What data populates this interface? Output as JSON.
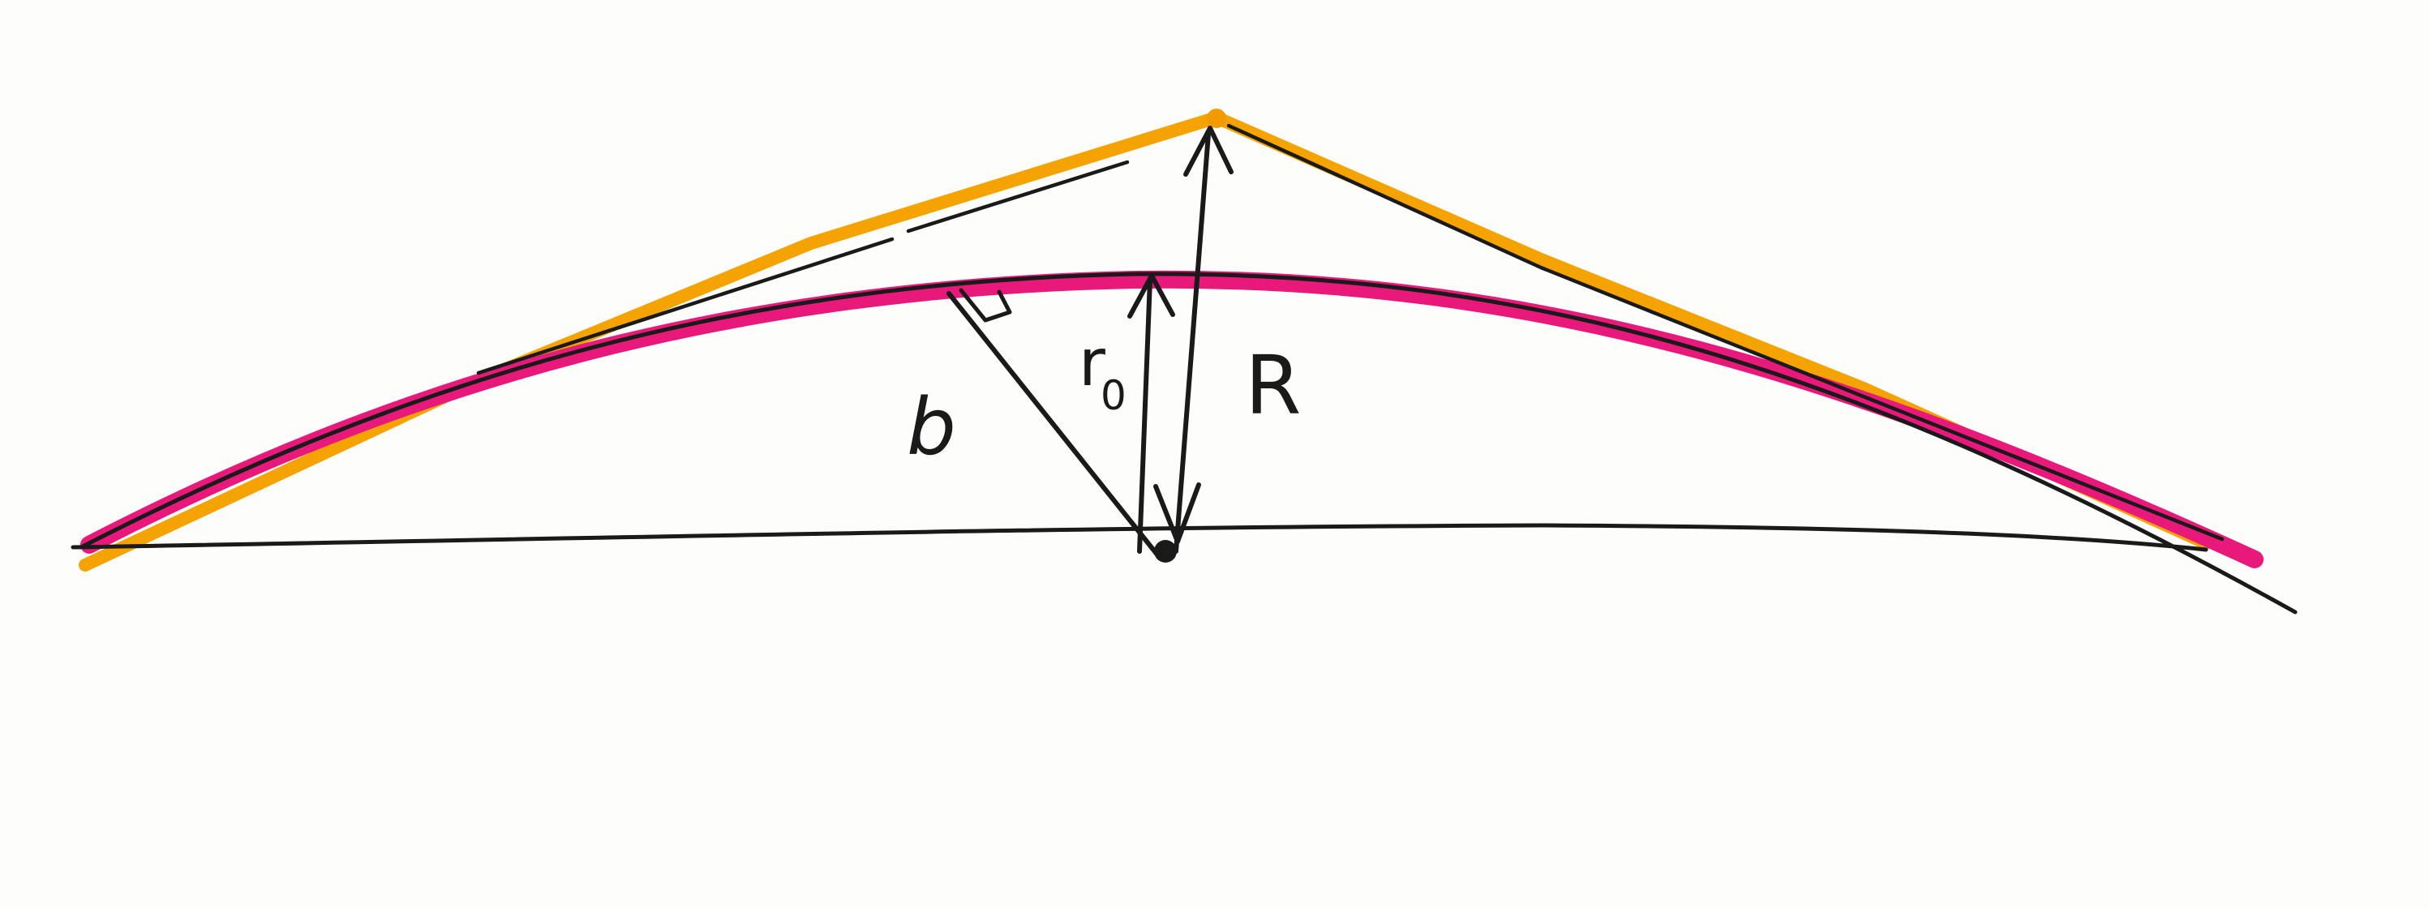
{
  "colors": {
    "background": "#fdfdfb",
    "ink": "#1a1a1a",
    "orange_outline": "#f5a300",
    "magenta_arc": "#e8197a"
  },
  "labels": {
    "b": "b",
    "r0_base": "r",
    "r0_sub": "0",
    "R": "R"
  },
  "icons": {
    "right_angle": "right-angle-marker-icon"
  }
}
